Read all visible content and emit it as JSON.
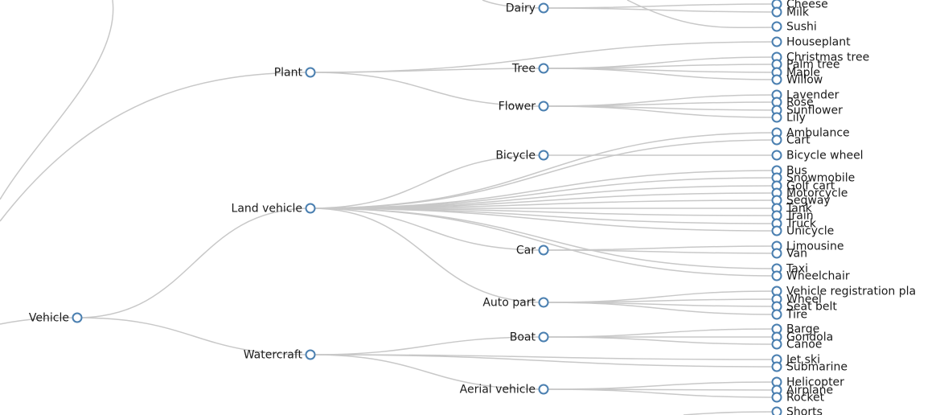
{
  "tree": {
    "nodes": [
      {
        "id": "vehicle",
        "label": "Vehicle"
      },
      {
        "id": "plant",
        "label": "Plant"
      },
      {
        "id": "land",
        "label": "Land vehicle"
      },
      {
        "id": "watercraft",
        "label": "Watercraft"
      },
      {
        "id": "dairy",
        "label": "Dairy"
      },
      {
        "id": "tree",
        "label": "Tree"
      },
      {
        "id": "flower",
        "label": "Flower"
      },
      {
        "id": "bicycle",
        "label": "Bicycle"
      },
      {
        "id": "car",
        "label": "Car"
      },
      {
        "id": "autopart",
        "label": "Auto part"
      },
      {
        "id": "boat",
        "label": "Boat"
      },
      {
        "id": "aerial",
        "label": "Aerial vehicle"
      },
      {
        "id": "cheese",
        "label": "Cheese"
      },
      {
        "id": "milk",
        "label": "Milk"
      },
      {
        "id": "sushi",
        "label": "Sushi"
      },
      {
        "id": "houseplant",
        "label": "Houseplant"
      },
      {
        "id": "christmas",
        "label": "Christmas tree"
      },
      {
        "id": "palm",
        "label": "Palm tree"
      },
      {
        "id": "maple",
        "label": "Maple"
      },
      {
        "id": "willow",
        "label": "Willow"
      },
      {
        "id": "lavender",
        "label": "Lavender"
      },
      {
        "id": "rose",
        "label": "Rose"
      },
      {
        "id": "sunflower",
        "label": "Sunflower"
      },
      {
        "id": "lily",
        "label": "Lily"
      },
      {
        "id": "ambulance",
        "label": "Ambulance"
      },
      {
        "id": "cart",
        "label": "Cart"
      },
      {
        "id": "bwheel",
        "label": "Bicycle wheel"
      },
      {
        "id": "bus",
        "label": "Bus"
      },
      {
        "id": "snowmobile",
        "label": "Snowmobile"
      },
      {
        "id": "golfcart",
        "label": "Golf cart"
      },
      {
        "id": "motorcycle",
        "label": "Motorcycle"
      },
      {
        "id": "segway",
        "label": "Segway"
      },
      {
        "id": "tank",
        "label": "Tank"
      },
      {
        "id": "train",
        "label": "Train"
      },
      {
        "id": "truck",
        "label": "Truck"
      },
      {
        "id": "unicycle",
        "label": "Unicycle"
      },
      {
        "id": "limousine",
        "label": "Limousine"
      },
      {
        "id": "van",
        "label": "Van"
      },
      {
        "id": "taxi",
        "label": "Taxi"
      },
      {
        "id": "wheelchair",
        "label": "Wheelchair"
      },
      {
        "id": "vrp",
        "label": "Vehicle registration pla"
      },
      {
        "id": "wheel",
        "label": "Wheel"
      },
      {
        "id": "seatbelt",
        "label": "Seat belt"
      },
      {
        "id": "tire",
        "label": "Tire"
      },
      {
        "id": "barge",
        "label": "Barge"
      },
      {
        "id": "gondola",
        "label": "Gondola"
      },
      {
        "id": "canoe",
        "label": "Canoe"
      },
      {
        "id": "jetski",
        "label": "Jet ski"
      },
      {
        "id": "submarine",
        "label": "Submarine"
      },
      {
        "id": "helicopter",
        "label": "Helicopter"
      },
      {
        "id": "airplane",
        "label": "Airplane"
      },
      {
        "id": "rocket",
        "label": "Rocket"
      },
      {
        "id": "shorts",
        "label": "Shorts"
      }
    ],
    "links": [
      [
        "vehicle",
        "land"
      ],
      [
        "vehicle",
        "watercraft"
      ],
      [
        "plant",
        "tree"
      ],
      [
        "plant",
        "flower"
      ],
      [
        "plant",
        "houseplant"
      ],
      [
        "dairy",
        "cheese"
      ],
      [
        "dairy",
        "milk"
      ],
      [
        "tree",
        "christmas"
      ],
      [
        "tree",
        "palm"
      ],
      [
        "tree",
        "maple"
      ],
      [
        "tree",
        "willow"
      ],
      [
        "flower",
        "lavender"
      ],
      [
        "flower",
        "rose"
      ],
      [
        "flower",
        "sunflower"
      ],
      [
        "flower",
        "lily"
      ],
      [
        "land",
        "bicycle"
      ],
      [
        "land",
        "car"
      ],
      [
        "land",
        "autopart"
      ],
      [
        "land",
        "ambulance"
      ],
      [
        "land",
        "cart"
      ],
      [
        "land",
        "bus"
      ],
      [
        "land",
        "snowmobile"
      ],
      [
        "land",
        "golfcart"
      ],
      [
        "land",
        "motorcycle"
      ],
      [
        "land",
        "segway"
      ],
      [
        "land",
        "tank"
      ],
      [
        "land",
        "train"
      ],
      [
        "land",
        "truck"
      ],
      [
        "land",
        "unicycle"
      ],
      [
        "land",
        "taxi"
      ],
      [
        "land",
        "wheelchair"
      ],
      [
        "bicycle",
        "bwheel"
      ],
      [
        "car",
        "limousine"
      ],
      [
        "car",
        "van"
      ],
      [
        "autopart",
        "vrp"
      ],
      [
        "autopart",
        "wheel"
      ],
      [
        "autopart",
        "seatbelt"
      ],
      [
        "autopart",
        "tire"
      ],
      [
        "watercraft",
        "boat"
      ],
      [
        "watercraft",
        "aerial"
      ],
      [
        "watercraft",
        "jetski"
      ],
      [
        "watercraft",
        "submarine"
      ],
      [
        "boat",
        "barge"
      ],
      [
        "boat",
        "gondola"
      ],
      [
        "boat",
        "canoe"
      ],
      [
        "aerial",
        "helicopter"
      ],
      [
        "aerial",
        "airplane"
      ],
      [
        "aerial",
        "rocket"
      ]
    ]
  }
}
